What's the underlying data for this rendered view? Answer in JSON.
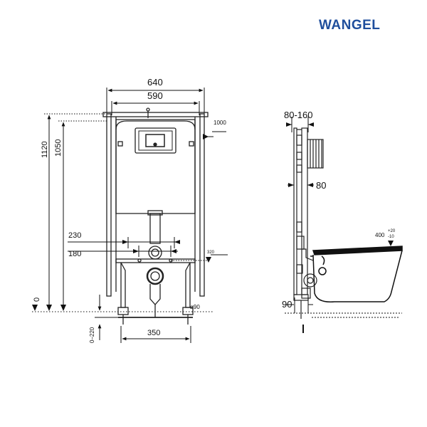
{
  "brand": {
    "name": "WANGEL",
    "color": "#1f4e9c"
  },
  "front_view": {
    "width_outer": "640",
    "width_inner": "590",
    "height_total": "1120",
    "height_frame": "1050",
    "height_flush_plate": "1000",
    "floor_level": "0",
    "pipe_spacing": "230",
    "drain_offset": "180",
    "bolt_height": "320",
    "drain_diameter": "ø90",
    "foot_adjust": "0–220",
    "foot_spacing": "350"
  },
  "side_view": {
    "depth_range": "80-160",
    "frame_depth": "80",
    "bowl_height": "400",
    "bowl_tolerance_plus": "+20",
    "bowl_tolerance_minus": "-10",
    "drain_height": "90"
  },
  "colors": {
    "line": "#111111",
    "frame": "#222222"
  }
}
